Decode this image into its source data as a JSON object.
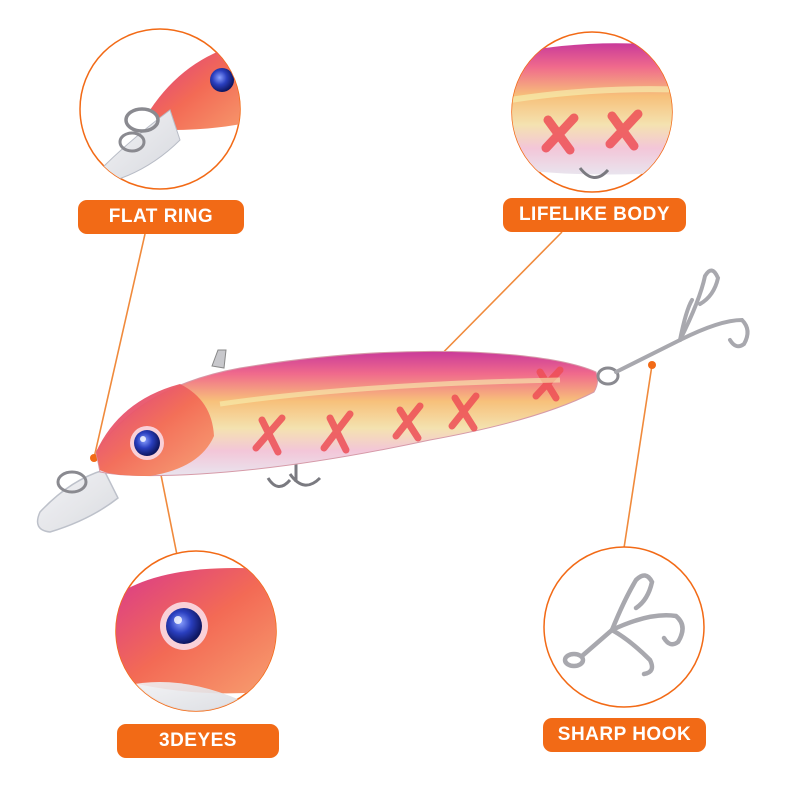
{
  "callouts": {
    "flat_ring": "FLAT RING",
    "lifelike_body": "LIFELIKE BODY",
    "eyes": "3DEYES",
    "sharp_hook": "SHARP HOOK"
  },
  "colors": {
    "accent": "#f26a16",
    "callout_line": "#f08a3c",
    "lure_pink": "#e0459a",
    "lure_orange": "#f07a4a",
    "eye_blue": "#2a3fbf"
  }
}
